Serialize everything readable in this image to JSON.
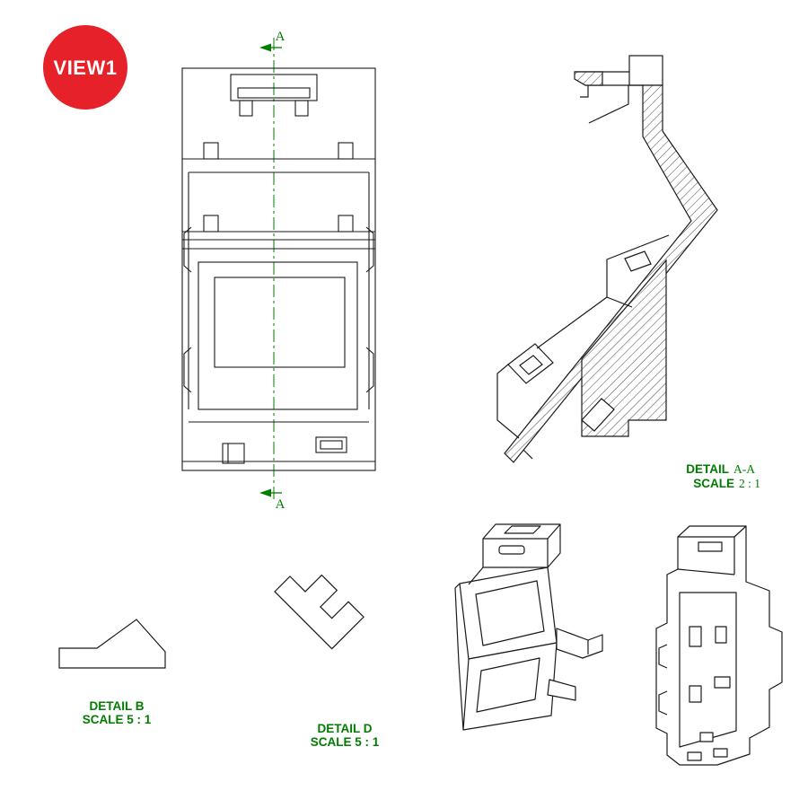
{
  "badge": {
    "label": "VIEW1"
  },
  "section_markers": {
    "top": "A",
    "bottom": "A"
  },
  "captions": {
    "section_aa": {
      "prefix": "DETAIL",
      "reference": "A-A",
      "scale_prefix": "SCALE",
      "scale_value": "2 : 1"
    },
    "detail_b": {
      "title": "DETAIL B",
      "scale": "SCALE 5 : 1"
    },
    "detail_d": {
      "title": "DETAIL D",
      "scale": "SCALE 5 : 1"
    }
  },
  "colors": {
    "annotation_green": "#007d00",
    "badge_red": "#e62129",
    "badge_text": "#ffffff",
    "line_black": "#1a1a1a"
  }
}
